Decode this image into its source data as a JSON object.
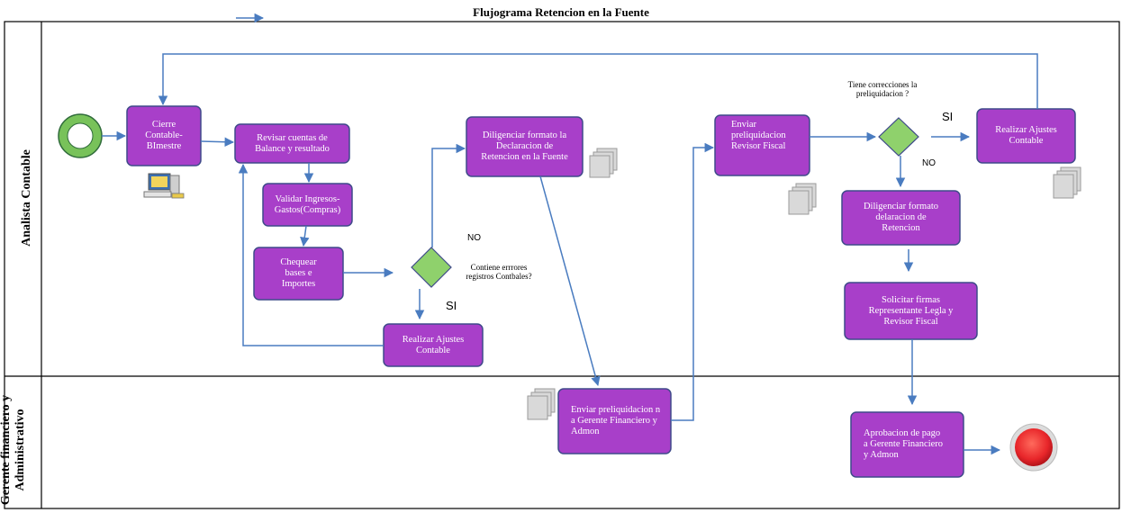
{
  "title": "Flujograma Retencion en la Fuente",
  "lanes": [
    {
      "name": "Analista Contable"
    },
    {
      "name_line1": "Gerente financiero y",
      "name_line2": "Administrativo"
    }
  ],
  "tasks": {
    "cierre": "Cierre Contable-BImestre",
    "revisar": "Revisar cuentas de Balance y resultado",
    "validar": "Validar Ingresos-Gastos(Compras)",
    "chequear": "Chequear bases e Importes",
    "ajustes1": "Realizar Ajustes Contable",
    "diligenciar_declaracion": "Diligenciar formato la Declaracion de Retencion en la Fuente",
    "enviar_gerente": "Enviar preliquidacion n a Gerente Financiero y Admon",
    "enviar_revisor": "Enviar preliquidacion Revisor Fiscal",
    "ajustes2": "Realizar Ajustes Contable",
    "diligenciar_retencion": "Diligenciar formato delaracion de Retencion",
    "solicitar": "Solicitar firmas Representante Legla y Revisor Fiscal",
    "aprobacion": "Aprobacion de pago a Gerente Financiero y Admon"
  },
  "gateways": {
    "errores_question": "Contiene errrores registros Contbales?",
    "errores_no": "NO",
    "errores_si": "SI",
    "correcciones_question": "Tiene correcciones la preliquidacion ?",
    "correcciones_si": "SI",
    "correcciones_no": "NO"
  },
  "colors": {
    "task_fill": "#a83fc9",
    "task_stroke": "#3f4a8a",
    "gateway_fill": "#8fd16c",
    "start_ring": "#78c25a",
    "end_fill": "#e8262a",
    "arrow": "#4a7cc0"
  }
}
